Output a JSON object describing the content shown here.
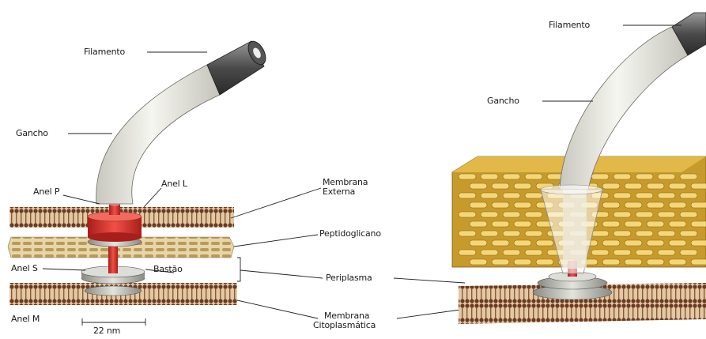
{
  "left_panel": {
    "labels": {
      "filamento": "Filamento",
      "gancho": "Gancho",
      "anel_p": "Anel P",
      "anel_l": "Anel L",
      "anel_s": "Anel S",
      "anel_m": "Anel M",
      "bastao": "Bastão",
      "scale": "22 nm"
    }
  },
  "middle": {
    "membrana_externa": [
      "Membrana",
      "Externa"
    ],
    "peptidoglicano": "Peptidoglicano",
    "periplasma": "Periplasma",
    "membrana_citoplasmatica": [
      "Membrana",
      "Citoplasmática"
    ]
  },
  "right_panel": {
    "labels": {
      "filamento": "Filamento",
      "gancho": "Gancho"
    }
  },
  "colors": {
    "membrane_dark": "#6b3a22",
    "membrane_light": "#e2c9a4",
    "peptidoglycan_grid": "#d9a63a",
    "ring_red": "#d9302a",
    "hook_fill": "#eeeee6",
    "filament_dark": "#3a3a3a"
  }
}
